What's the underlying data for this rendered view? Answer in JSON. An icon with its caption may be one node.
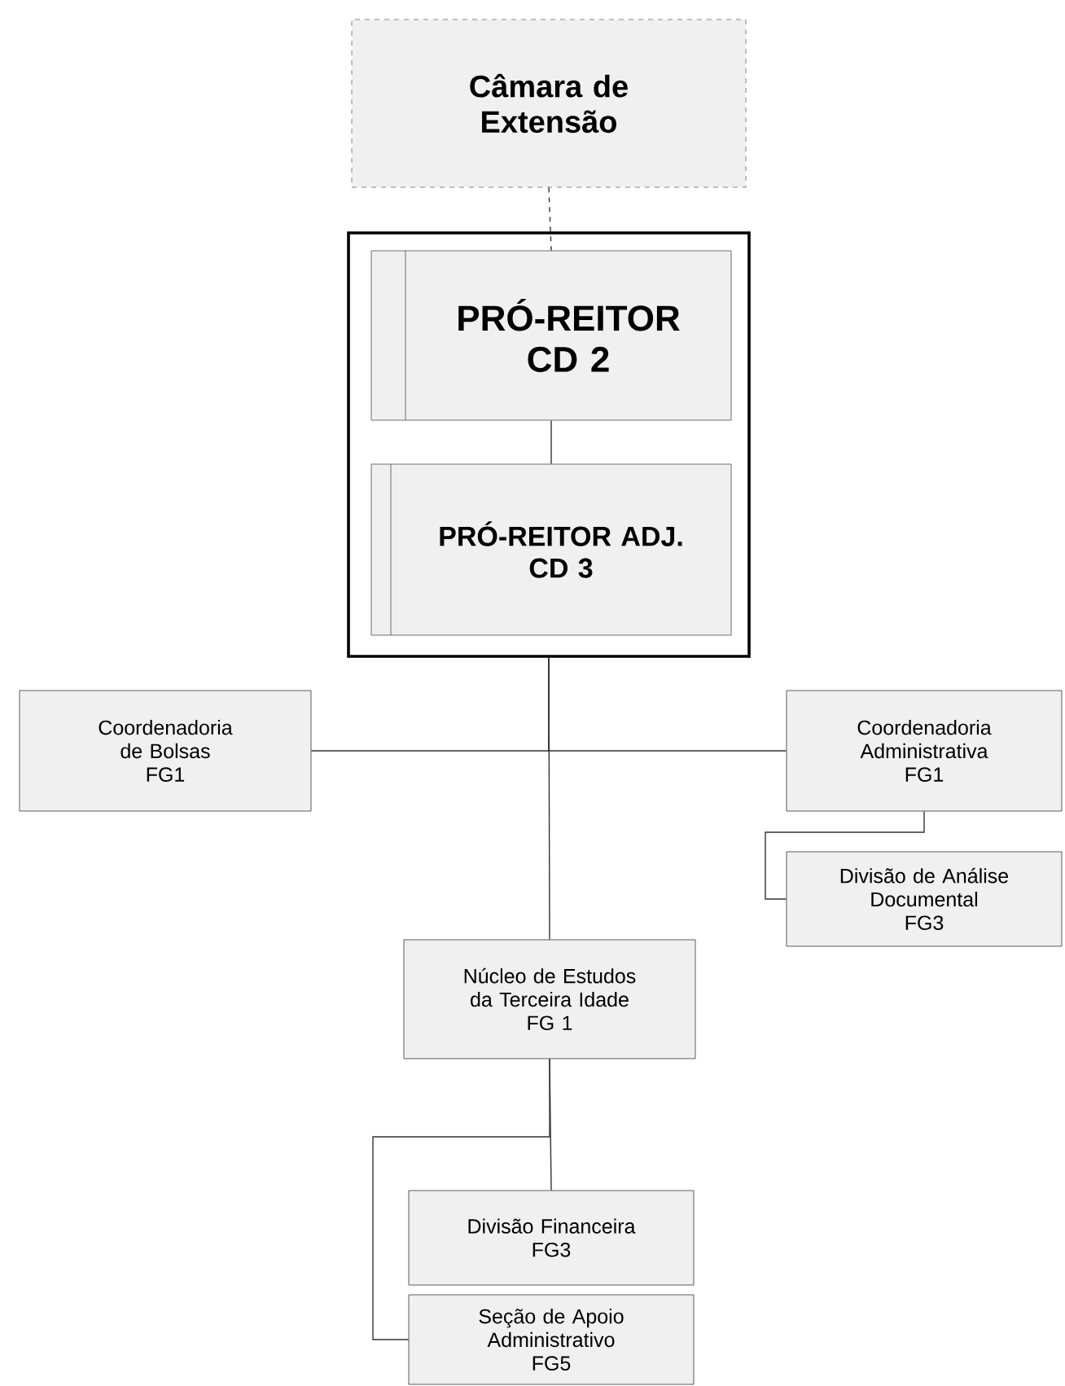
{
  "diagram": {
    "nodes": [
      {
        "text": [
          "Câmara de Extensão"
        ]
      },
      {
        "text": [],
        "shape": "box"
      },
      {
        "text": [
          "PRÓ-REITOR",
          "CD 2"
        ],
        "in": 1
      },
      {
        "text": [
          "PRÓ-REITOR ADJ.",
          "CD 3"
        ],
        "in": 1
      },
      {
        "text": [
          "Coordenadoria de Bolsas",
          "FG1"
        ]
      },
      {
        "text": [
          "Coordenadoria Administrativa",
          "FG1"
        ]
      },
      {
        "text": [
          "Divisão de Análise Documental",
          "FG3"
        ]
      },
      {
        "text": [
          "Núcleo de Estudos da Terceira Idade",
          "FG 1"
        ]
      },
      {
        "text": [
          "Divisão Financeira",
          "FG3"
        ]
      },
      {
        "text": [
          "Seção de Apoio Administrativo",
          "FG5"
        ]
      }
    ],
    "edges": [
      {
        "from": 0,
        "to": 2,
        "arrow": "none",
        "style": "dashed"
      },
      {
        "from": 2,
        "to": 3,
        "arrow": "none"
      },
      {
        "from": 1,
        "to": 4,
        "arrow": "none"
      },
      {
        "from": 1,
        "to": 5,
        "arrow": "none"
      },
      {
        "from": 1,
        "to": 7,
        "arrow": "none"
      },
      {
        "from": 5,
        "to": 6,
        "arrow": "none"
      },
      {
        "from": 7,
        "to": 8,
        "arrow": "none"
      },
      {
        "from": 7,
        "to": 9,
        "arrow": "none"
      }
    ]
  }
}
